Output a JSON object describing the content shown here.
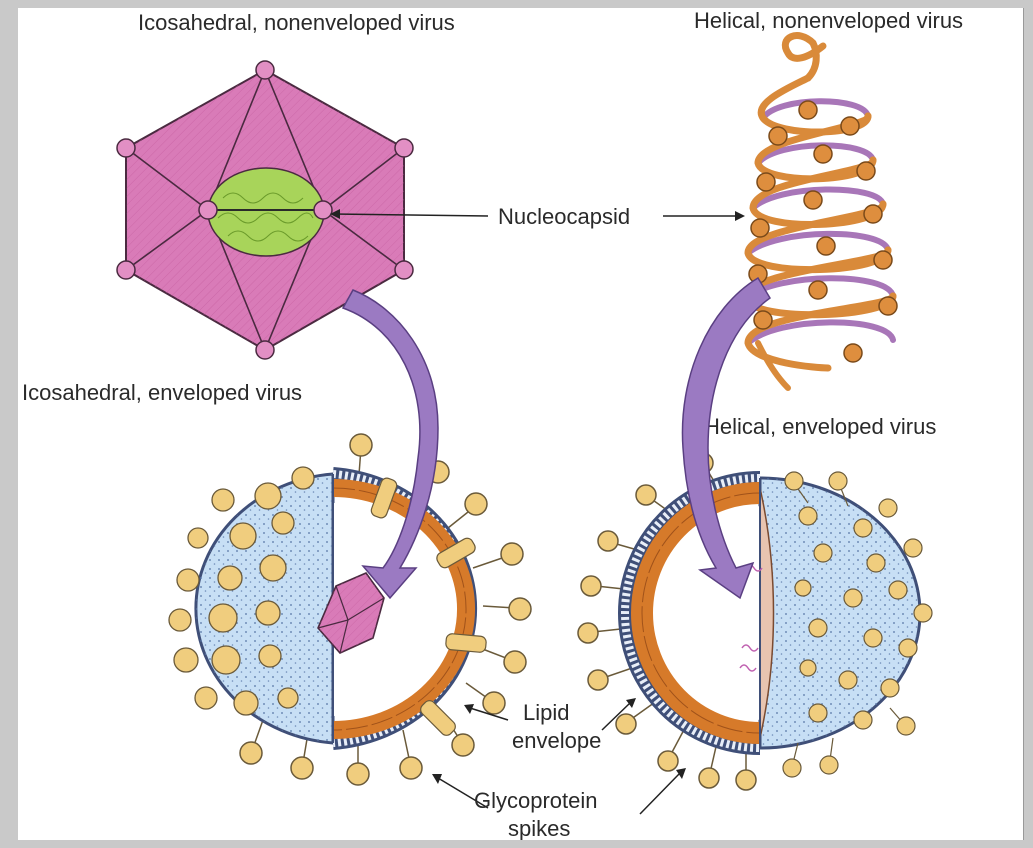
{
  "labels": {
    "icosahedral_nonenveloped": "Icosahedral, nonenveloped virus",
    "helical_nonenveloped": "Helical, nonenveloped virus",
    "nucleocapsid": "Nucleocapsid",
    "icosahedral_enveloped": "Icosahedral, enveloped virus",
    "helical_enveloped": "Helical, enveloped virus",
    "lipid_envelope_line1": "Lipid",
    "lipid_envelope_line2": "envelope",
    "glycoprotein_line1": "Glycoprotein",
    "glycoprotein_line2": "spikes"
  },
  "colors": {
    "capsid_pink": "#d97bb8",
    "nucleic_green": "#a8d45a",
    "helix_orange": "#d98a3a",
    "helix_purple": "#a876b8",
    "arrow_purple": "#9b7ac2",
    "envelope_blue": "#c7dff5",
    "membrane_dark": "#3f4f78",
    "spike_tan": "#f0cd7e",
    "capsid_orange": "#d67a2a"
  }
}
